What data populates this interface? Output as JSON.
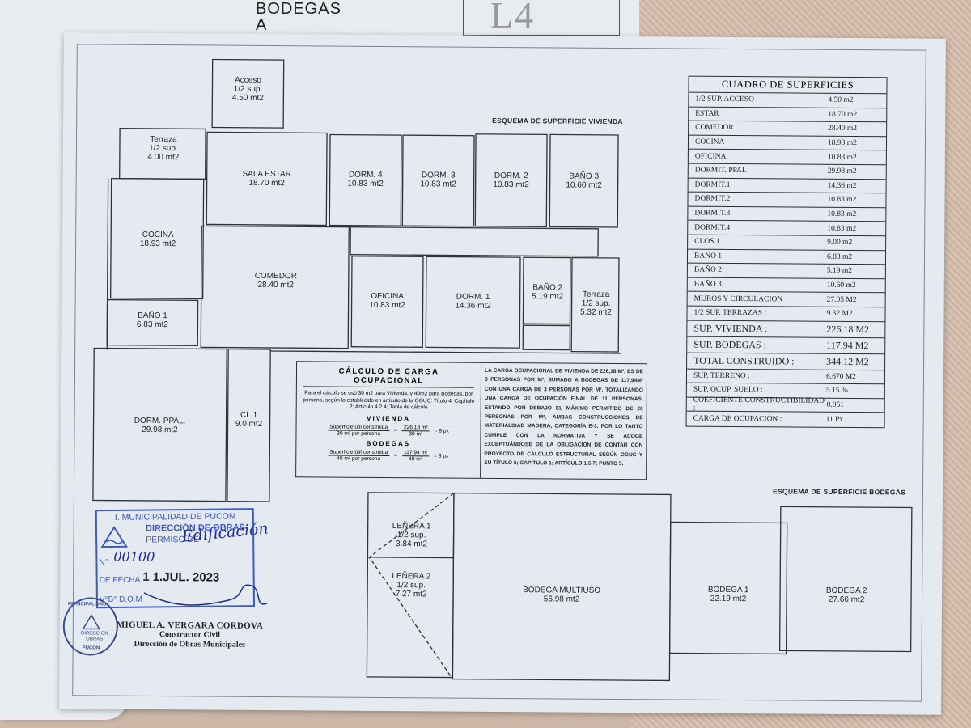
{
  "background_sheet": {
    "line1": "BODEGAS",
    "line2": "A",
    "frame_letter": "L4"
  },
  "vivienda": {
    "title": "ESQUEMA DE SUPERFICIE VIVIENDA",
    "rooms": [
      {
        "id": "acceso",
        "name": "Acceso",
        "sub": "1/2 sup.",
        "area": "4.50 mt2"
      },
      {
        "id": "terraza-1",
        "name": "Terraza",
        "sub": "1/2 sup.",
        "area": "4.00 mt2"
      },
      {
        "id": "sala-estar",
        "name": "SALA ESTAR",
        "sub": "",
        "area": "18.70 mt2"
      },
      {
        "id": "dorm-4",
        "name": "DORM. 4",
        "sub": "",
        "area": "10.83 mt2"
      },
      {
        "id": "dorm-3",
        "name": "DORM. 3",
        "sub": "",
        "area": "10.83 mt2"
      },
      {
        "id": "dorm-2",
        "name": "DORM. 2",
        "sub": "",
        "area": "10.83 mt2"
      },
      {
        "id": "bano-3",
        "name": "BAÑO 3",
        "sub": "",
        "area": "10.60 mt2"
      },
      {
        "id": "cocina",
        "name": "COCINA",
        "sub": "",
        "area": "18.93 mt2"
      },
      {
        "id": "comedor",
        "name": "COMEDOR",
        "sub": "",
        "area": "28.40 mt2"
      },
      {
        "id": "oficina",
        "name": "OFICINA",
        "sub": "",
        "area": "10.83 mt2"
      },
      {
        "id": "dorm-1",
        "name": "DORM. 1",
        "sub": "",
        "area": "14.36 mt2"
      },
      {
        "id": "bano-2",
        "name": "BAÑO 2",
        "sub": "",
        "area": "5.19 mt2"
      },
      {
        "id": "terraza-2",
        "name": "Terraza",
        "sub": "1/2 sup.",
        "area": "5.32 mt2"
      },
      {
        "id": "bano-1",
        "name": "BAÑO 1",
        "sub": "",
        "area": "6.83 mt2"
      },
      {
        "id": "dorm-ppal",
        "name": "DORM. PPAL.",
        "sub": "",
        "area": "29.98 mt2"
      },
      {
        "id": "cl-1",
        "name": "CL.1",
        "sub": "",
        "area": "9.0 mt2"
      }
    ]
  },
  "bodegas": {
    "title": "ESQUEMA DE SUPERFICIE BODEGAS",
    "rooms": [
      {
        "id": "lenera-1",
        "name": "LEÑERA 1",
        "sub": "1/2 sup.",
        "area": "3.84 mt2"
      },
      {
        "id": "lenera-2",
        "name": "LEÑERA 2",
        "sub": "1/2 sup.",
        "area": "7.27 mt2"
      },
      {
        "id": "bodega-multiuso",
        "name": "BODEGA MULTIUSO",
        "sub": "",
        "area": "56.98 mt2"
      },
      {
        "id": "bodega-1",
        "name": "BODEGA 1",
        "sub": "",
        "area": "22.19 mt2"
      },
      {
        "id": "bodega-2",
        "name": "BODEGA 2",
        "sub": "",
        "area": "27.66 mt2"
      }
    ]
  },
  "cuadro": {
    "title": "CUADRO DE SUPERFICIES",
    "rows": [
      {
        "label": "1/2 SUP. ACCESO",
        "value": "4.50 m2"
      },
      {
        "label": "ESTAR",
        "value": "18.70 m2"
      },
      {
        "label": "COMEDOR",
        "value": "28.40 m2"
      },
      {
        "label": "COCINA",
        "value": "18.93 m2"
      },
      {
        "label": "OFICINA",
        "value": "10.83 m2"
      },
      {
        "label": "DORMIT. PPAL",
        "value": "29.98 m2"
      },
      {
        "label": "DORMIT.1",
        "value": "14.36 m2"
      },
      {
        "label": "DORMIT.2",
        "value": "10.83 m2"
      },
      {
        "label": "DORMIT.3",
        "value": "10.83 m2"
      },
      {
        "label": "DORMIT.4",
        "value": "10.83 m2"
      },
      {
        "label": "CLOS.1",
        "value": "9.00 m2"
      },
      {
        "label": "BAÑO 1",
        "value": "6.83 m2"
      },
      {
        "label": "BAÑO 2",
        "value": "5.19 m2"
      },
      {
        "label": "BAÑO 3",
        "value": "10.60 m2"
      },
      {
        "label": "MUROS Y CIRCULACION",
        "value": "27.05 M2"
      },
      {
        "label": "1/2 SUP. TERRAZAS :",
        "value": "9.32 M2"
      },
      {
        "label": "SUP. VIVIENDA :",
        "value": "226.18 M2",
        "big": true
      },
      {
        "label": "SUP. BODEGAS :",
        "value": "117.94 M2",
        "big": true
      },
      {
        "label": "TOTAL CONSTRUIDO :",
        "value": "344.12 M2",
        "big": true
      },
      {
        "label": "SUP. TERRENO :",
        "value": "6.670 M2"
      },
      {
        "label": "SUP. OCUP. SUELO :",
        "value": "5.15 %"
      },
      {
        "label": "COEFICIENTE CONSTRUCTIBILIDAD :",
        "value": "0.051"
      },
      {
        "label": "CARGA DE OCUPACIÓN :",
        "value": "11 Px"
      }
    ]
  },
  "calculo": {
    "title": "CÁLCULO DE CARGA OCUPACIONAL",
    "intro": "Para el cálculo se usó 30 m2 para Vivienda, y 40m2 para Bodegas, por persona, según lo establecido en artículo de la OGUC: Título 4; Capítulo 2; Artículo 4.2.4; Tabla de cálculo",
    "vivienda_h": "VIVIENDA",
    "vivienda_num": "Superficie útil construida",
    "vivienda_den": "30 m² por persona",
    "vivienda_num2": "226,18 m²",
    "vivienda_den2": "30 m²",
    "vivienda_res": "= 8 px",
    "bodegas_h": "BODEGAS",
    "bodegas_num": "Superficie útil construida",
    "bodegas_den": "40 m² por persona",
    "bodegas_num2": "117,94 m²",
    "bodegas_den2": "40 m²",
    "bodegas_res": "= 3 px",
    "eq": "=",
    "text": "LA CARGA OCUPACIONAL DE VIVIENDA DE 226,18 M², ES DE 8 PERSONAS POR M², SUMADO A BODEGAS DE 117,94M² CON UNA CARGA DE 3 PERSONAS POR M², TOTALIZANDO UNA CARGA DE OCUPACIÓN FINAL DE 11 PERSONAS, ESTANDO POR DEBAJO EL MÁXIMO PERMITIDO DE 20 PERSONAS POR M², AMBAS CONSTRUCCIONES DE MATERIALIDAD MADERA, CATEGORÍA E-3. POR LO TANTO CUMPLE CON LA NORMATIVA Y SE ACOGE EXCEPTUÁNDOSE DE LA OBLIGACIÓN DE CONTAR CON PROYECTO DE CÁLCULO ESTRUCTURAL SEGÚN OGUC Y SU TÍTULO 5; CAPÍTULO 1; ARTÍCULO 1.5.7; PUNTO 5."
  },
  "stamp": {
    "line1": "I. MUNICIPALIDAD DE PUCON",
    "line2": "DIRECCIÓN DE OBRAS",
    "line3": "PERMISO DE",
    "handwritten_type": "Edificación",
    "line4": "N°",
    "handwritten_number": "00100",
    "line5": "DE FECHA",
    "date": "1 1.JUL. 2023",
    "line6": "V°B° D.O.M",
    "color": "#3d5bc2"
  },
  "seal": {
    "top": "MUNICIPALIDAD",
    "mid": "DIRECCION OBRAS",
    "bottom": "PUCON"
  },
  "signature": {
    "name": "MIGUEL A. VERGARA CORDOVA",
    "role1": "Constructor Civil",
    "role2": "Dirección de Obras Municipales"
  }
}
